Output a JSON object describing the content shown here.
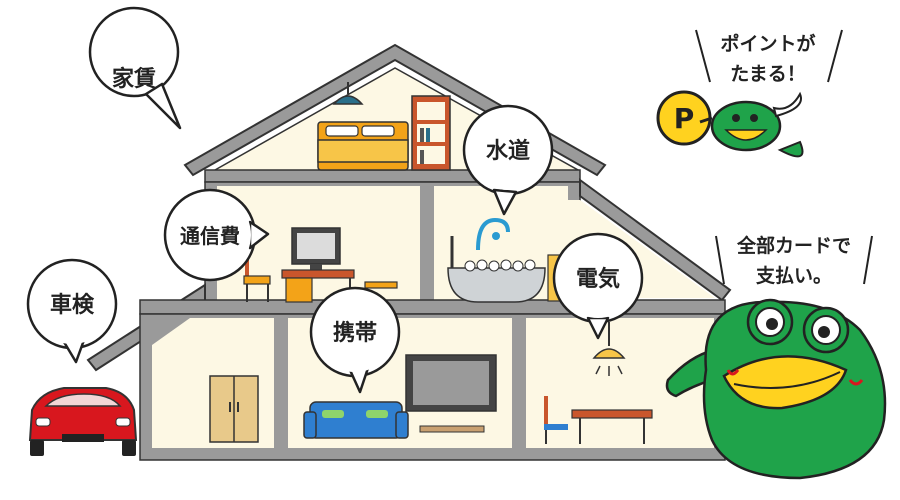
{
  "bubbles": {
    "rent": "家賃",
    "water": "水道",
    "telecom": "通信費",
    "electric": "電気",
    "car_inspection": "車検",
    "mobile": "携帯"
  },
  "mascot_small": {
    "badge": "P",
    "line1": "ポイントが",
    "line2": "たまる！"
  },
  "mascot_big": {
    "line1": "全部カードで",
    "line2": "支払い。"
  },
  "colors": {
    "wall": "#fdf8e4",
    "frame": "#9a9a9a",
    "mascot_green": "#1fa34a",
    "beak_yellow": "#ffd21f",
    "car_red": "#d8171e",
    "sofa_blue": "#2f7fd0",
    "bed_orange": "#f3a318"
  }
}
